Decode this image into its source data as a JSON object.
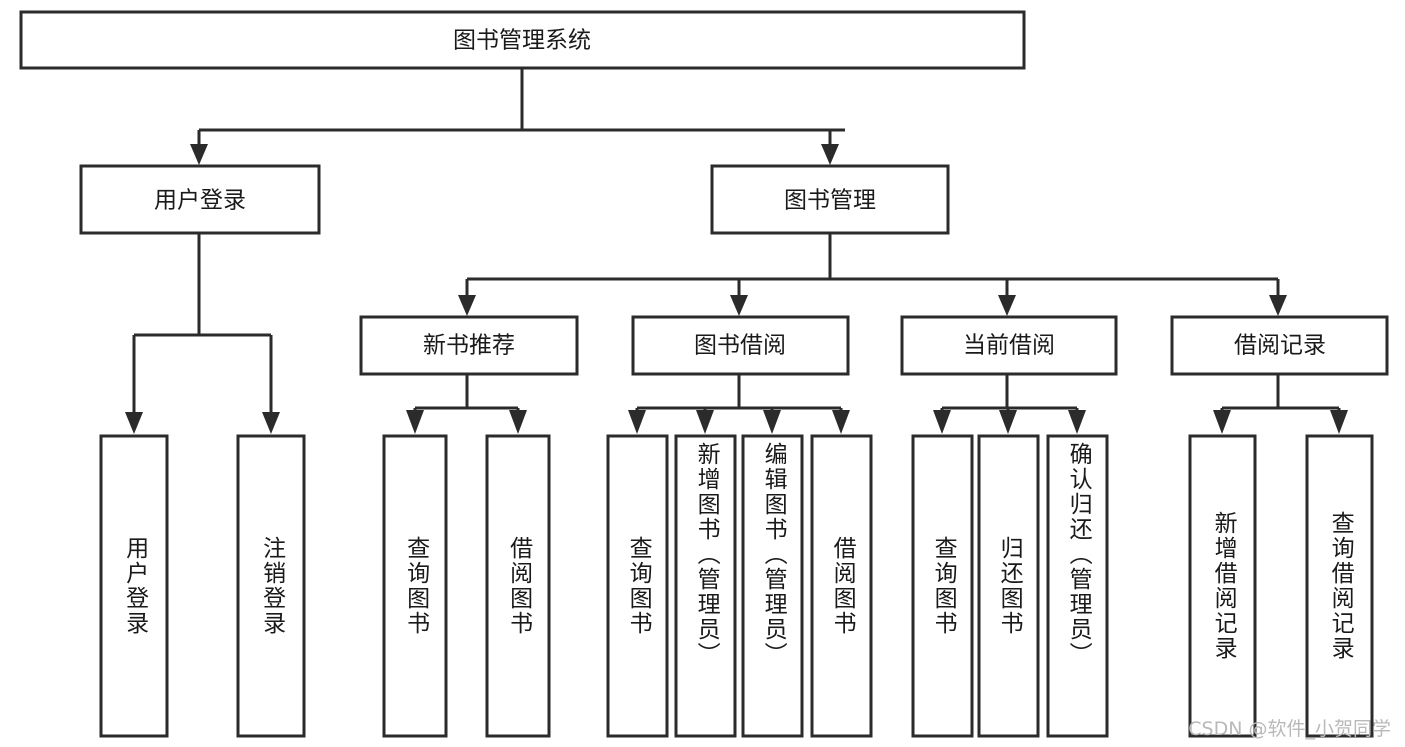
{
  "diagram": {
    "type": "tree-hierarchy-diagram",
    "title": "图书管理系统",
    "orientation": "top-down",
    "root": {
      "id": "root",
      "label": "图书管理系统",
      "text_orientation": "horizontal"
    },
    "level2": [
      {
        "id": "user-login",
        "label": "用户登录",
        "text_orientation": "horizontal"
      },
      {
        "id": "book-management",
        "label": "图书管理",
        "text_orientation": "horizontal"
      }
    ],
    "level3": [
      {
        "id": "new-book-recommend",
        "label": "新书推荐",
        "parent": "book-management",
        "text_orientation": "horizontal"
      },
      {
        "id": "book-borrow",
        "label": "图书借阅",
        "parent": "book-management",
        "text_orientation": "horizontal"
      },
      {
        "id": "current-borrow",
        "label": "当前借阅",
        "parent": "book-management",
        "text_orientation": "horizontal"
      },
      {
        "id": "borrow-record",
        "label": "借阅记录",
        "parent": "book-management",
        "text_orientation": "horizontal"
      }
    ],
    "leaves": [
      {
        "id": "leaf-user-login",
        "label": "用户登录",
        "parent": "user-login",
        "text_orientation": "vertical"
      },
      {
        "id": "leaf-logout-login",
        "label": "注销登录",
        "parent": "user-login",
        "text_orientation": "vertical"
      },
      {
        "id": "leaf-query-book-1",
        "label": "查询图书",
        "parent": "new-book-recommend",
        "text_orientation": "vertical"
      },
      {
        "id": "leaf-borrow-book-1",
        "label": "借阅图书",
        "parent": "new-book-recommend",
        "text_orientation": "vertical"
      },
      {
        "id": "leaf-query-book-2",
        "label": "查询图书",
        "parent": "book-borrow",
        "text_orientation": "vertical"
      },
      {
        "id": "leaf-add-book",
        "label": "新增图书（管理员）",
        "parent": "book-borrow",
        "text_orientation": "vertical"
      },
      {
        "id": "leaf-edit-book",
        "label": "编辑图书（管理员）",
        "parent": "book-borrow",
        "text_orientation": "vertical"
      },
      {
        "id": "leaf-borrow-book-2",
        "label": "借阅图书",
        "parent": "book-borrow",
        "text_orientation": "vertical"
      },
      {
        "id": "leaf-query-book-3",
        "label": "查询图书",
        "parent": "current-borrow",
        "text_orientation": "vertical"
      },
      {
        "id": "leaf-return-book",
        "label": "归还图书",
        "parent": "current-borrow",
        "text_orientation": "vertical"
      },
      {
        "id": "leaf-confirm-return",
        "label": "确认归还（管理员）",
        "parent": "current-borrow",
        "text_orientation": "vertical"
      },
      {
        "id": "leaf-add-record",
        "label": "新增借阅记录",
        "parent": "borrow-record",
        "text_orientation": "vertical"
      },
      {
        "id": "leaf-query-record",
        "label": "查询借阅记录",
        "parent": "borrow-record",
        "text_orientation": "vertical"
      }
    ],
    "colors": {
      "stroke": "#2b2b2b",
      "fill": "#ffffff",
      "text": "#1a1a1a",
      "background": "#ffffff",
      "watermark": "#b9b9b9"
    }
  },
  "watermark": {
    "text": "CSDN @软件_小贺同学"
  }
}
